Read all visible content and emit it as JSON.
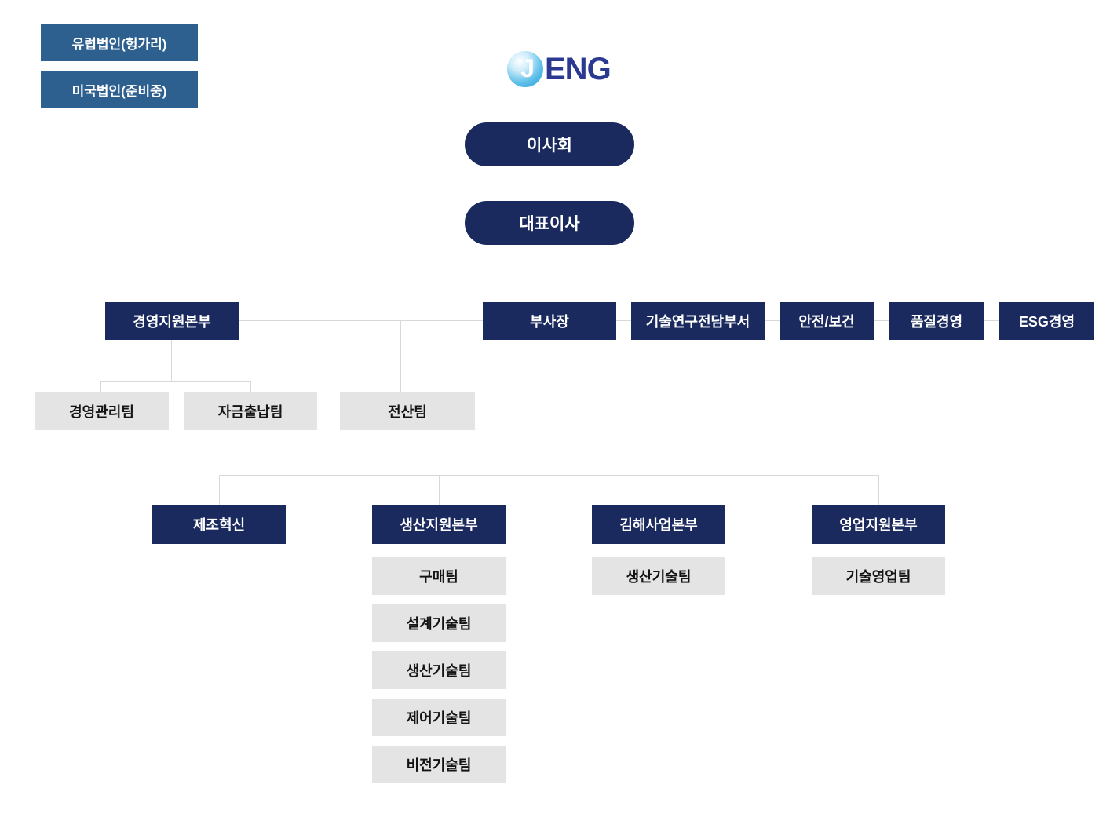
{
  "colors": {
    "navy": "#1a2a5e",
    "steel_blue": "#2e608f",
    "gray_node": "#e4e4e4",
    "connector": "#d8d8d8",
    "logo_blue": "#2b3991",
    "logo_sphere": "#1f9cd8"
  },
  "legend": {
    "items": [
      {
        "label": "유럽법인(헝가리)"
      },
      {
        "label": "미국법인(준비중)"
      }
    ]
  },
  "logo": {
    "mark_letter": "J",
    "wordmark": "ENG"
  },
  "org": {
    "board": "이사회",
    "ceo": "대표이사",
    "management_division": {
      "label": "경영지원본부",
      "teams": [
        "경영관리팀",
        "자금출납팀",
        "전산팀"
      ]
    },
    "vp": "부사장",
    "staff_units": [
      {
        "label": "기술연구전담부서"
      },
      {
        "label": "안전/보건"
      },
      {
        "label": "품질경영"
      },
      {
        "label": "ESG경영"
      }
    ],
    "divisions": [
      {
        "label": "제조혁신",
        "teams": []
      },
      {
        "label": "생산지원본부",
        "teams": [
          "구매팀",
          "설계기술팀",
          "생산기술팀",
          "제어기술팀",
          "비전기술팀"
        ]
      },
      {
        "label": "김해사업본부",
        "teams": [
          "생산기술팀"
        ]
      },
      {
        "label": "영업지원본부",
        "teams": [
          "기술영업팀"
        ]
      }
    ]
  }
}
